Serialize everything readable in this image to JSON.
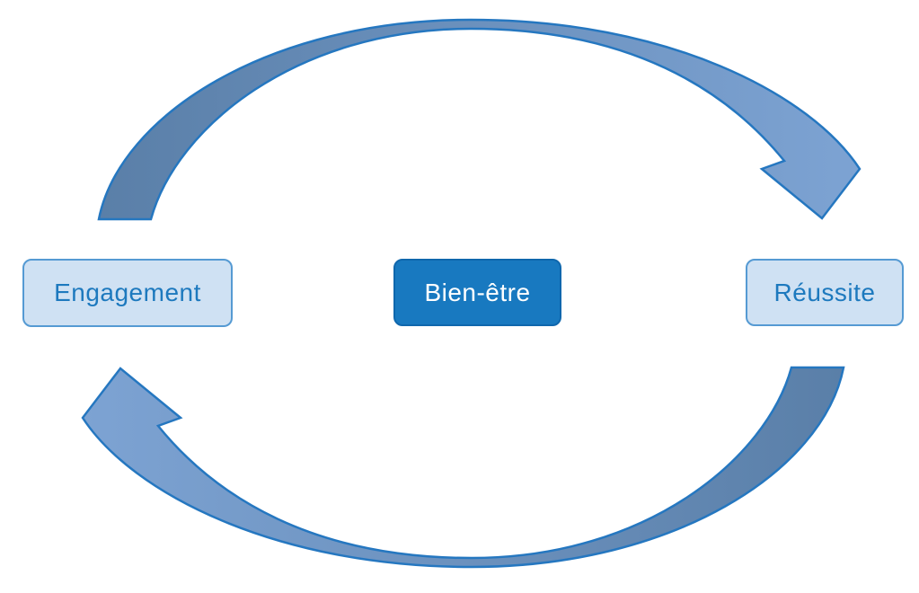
{
  "diagram": {
    "type": "cycle",
    "nodes": [
      {
        "id": "engagement",
        "label": "Engagement",
        "style": "light"
      },
      {
        "id": "bien_etre",
        "label": "Bien-être",
        "style": "dark"
      },
      {
        "id": "reussite",
        "label": "Réussite",
        "style": "light"
      }
    ],
    "arrows": [
      {
        "id": "top-arrow",
        "from": "Engagement",
        "to": "Réussite",
        "path": "clockwise over the top"
      },
      {
        "id": "bottom-arrow",
        "from": "Réussite",
        "to": "Engagement",
        "path": "clockwise under the bottom"
      }
    ]
  },
  "colors": {
    "background": "#ffffff",
    "box_light_fill": "#cfe1f3",
    "box_light_border": "#559ad3",
    "box_light_text": "#1d79be",
    "box_dark_fill": "#1879c0",
    "box_dark_border": "#0f67ad",
    "box_dark_text": "#ffffff",
    "arrow_tail": "#5a7fa8",
    "arrow_head": "#7da3d3",
    "arrow_stroke": "#2577c0"
  }
}
